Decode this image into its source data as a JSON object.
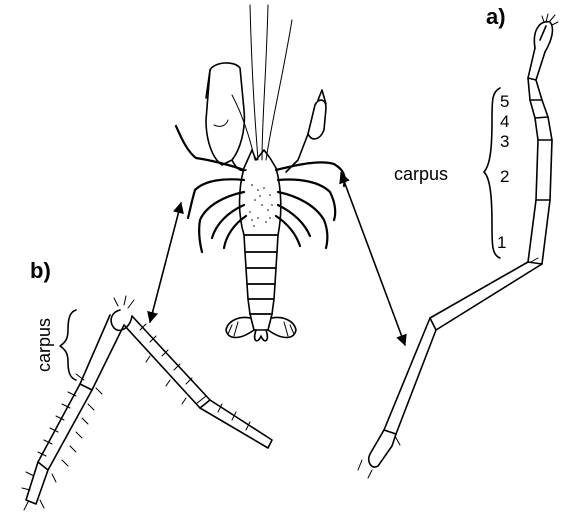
{
  "labels": {
    "panel_a": "a)",
    "panel_b": "b)",
    "carpus_a": "carpus",
    "carpus_b": "carpus",
    "segments": [
      "5",
      "4",
      "3",
      "2",
      "1"
    ]
  }
}
